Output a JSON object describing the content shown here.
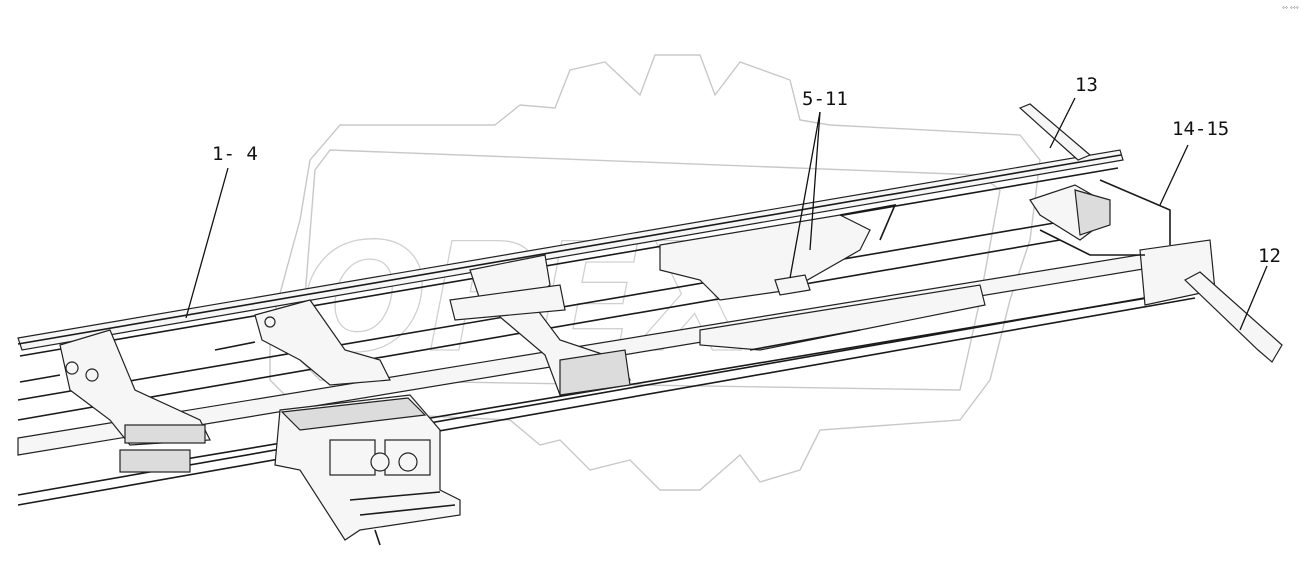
{
  "diagram": {
    "callouts": [
      {
        "id": "c1",
        "label": "1- 4"
      },
      {
        "id": "c2",
        "label": "5-11"
      },
      {
        "id": "c3",
        "label": "13"
      },
      {
        "id": "c4",
        "label": "14-15"
      },
      {
        "id": "c5",
        "label": "12"
      }
    ],
    "corner_mark": "°° °°°",
    "watermark": "OPEX"
  }
}
